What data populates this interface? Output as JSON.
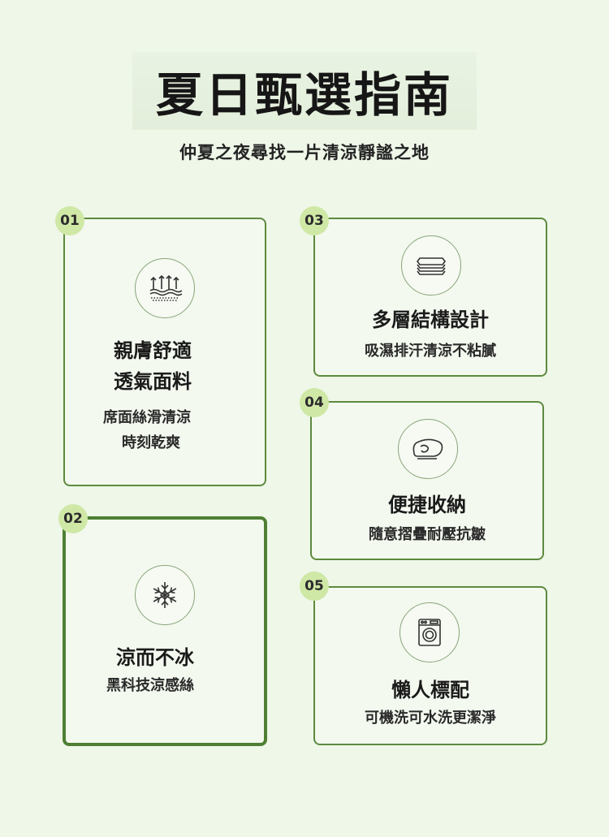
{
  "header": {
    "title": "夏日甄選指南",
    "subtitle": "仲夏之夜尋找一片清涼靜謐之地"
  },
  "features": [
    {
      "number": "01",
      "icon": "airflow-arrows-icon",
      "title_line1": "親膚舒適",
      "title_line2": "透氣面料",
      "desc_line1": "席面絲滑清涼",
      "desc_line2": "時刻乾爽"
    },
    {
      "number": "02",
      "icon": "snowflake-icon",
      "title": "涼而不冰",
      "desc": "黑科技涼感絲"
    },
    {
      "number": "03",
      "icon": "layers-icon",
      "title": "多層結構設計",
      "desc": "吸濕排汗清涼不粘膩"
    },
    {
      "number": "04",
      "icon": "rolled-mat-icon",
      "title": "便捷收納",
      "desc": "隨意摺疊耐壓抗皺"
    },
    {
      "number": "05",
      "icon": "washing-machine-icon",
      "title": "懶人標配",
      "desc": "可機洗可水洗更潔淨"
    }
  ],
  "colors": {
    "background": "#eef7e8",
    "card_border": "#5d8a3e",
    "badge": "#cfe8a6"
  }
}
